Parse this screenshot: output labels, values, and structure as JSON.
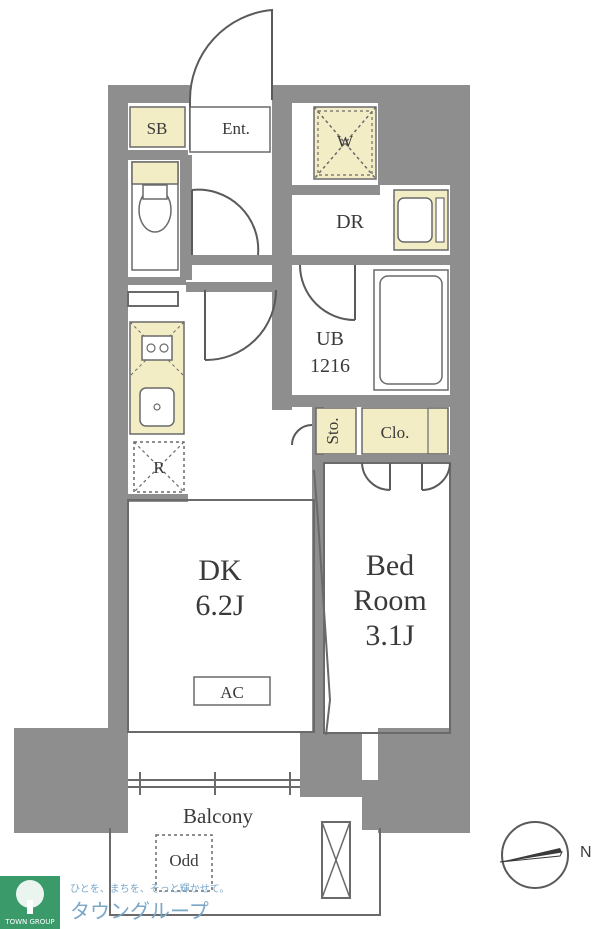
{
  "rooms": {
    "sb": "SB",
    "entrance": "Ent.",
    "washer": "W",
    "dressing": "DR",
    "bath_name": "UB",
    "bath_size": "1216",
    "storage": "Sto.",
    "closet": "Clo.",
    "fridge": "R",
    "dk_name": "DK",
    "dk_size": "6.2J",
    "aircon": "AC",
    "bed_line1": "Bed",
    "bed_line2": "Room",
    "bed_size": "3.1J",
    "balcony": "Balcony",
    "odu": "Odd"
  },
  "compass": {
    "north": "N"
  },
  "logo": {
    "emblem_text": "TOWN GROUP",
    "tagline": "ひとを、まちを、そっと輝かせて。",
    "company": "タウングループ"
  },
  "colors": {
    "wall": "#8e8e8e",
    "line": "#6a6a6a",
    "fixture_fill": "#f3edc6",
    "logo_green": "#3a9a6a"
  }
}
